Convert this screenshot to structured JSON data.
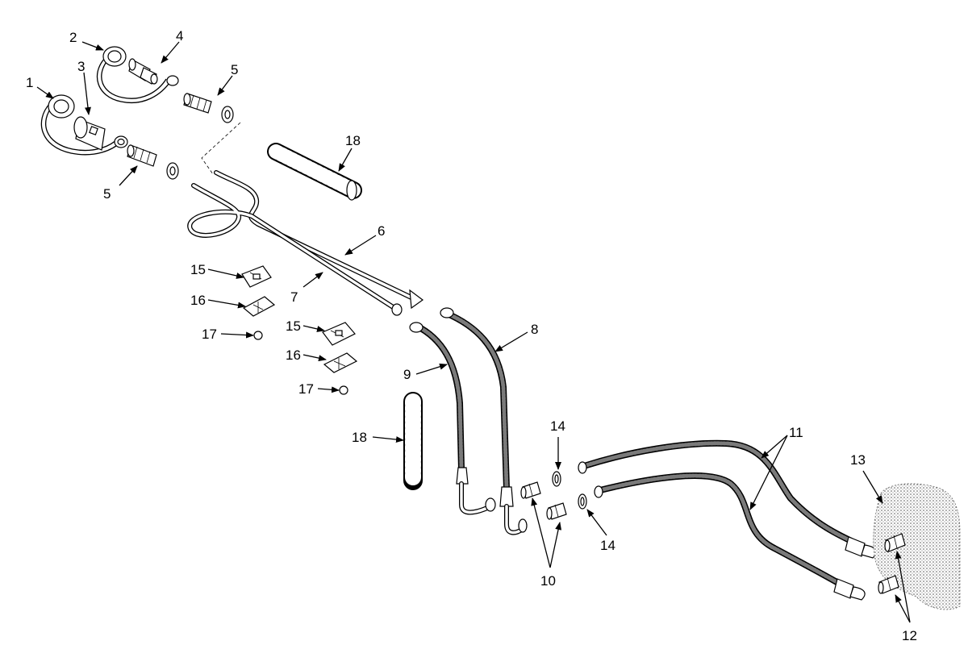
{
  "callouts": {
    "c1": "1",
    "c2": "2",
    "c3": "3",
    "c4": "4",
    "c5a": "5",
    "c5b": "5",
    "c6": "6",
    "c7": "7",
    "c8": "8",
    "c9": "9",
    "c10": "10",
    "c11": "11",
    "c12": "12",
    "c13": "13",
    "c14a": "14",
    "c14b": "14",
    "c15a": "15",
    "c15b": "15",
    "c16a": "16",
    "c16b": "16",
    "c17a": "17",
    "c17b": "17",
    "c18a": "18",
    "c18b": "18"
  }
}
